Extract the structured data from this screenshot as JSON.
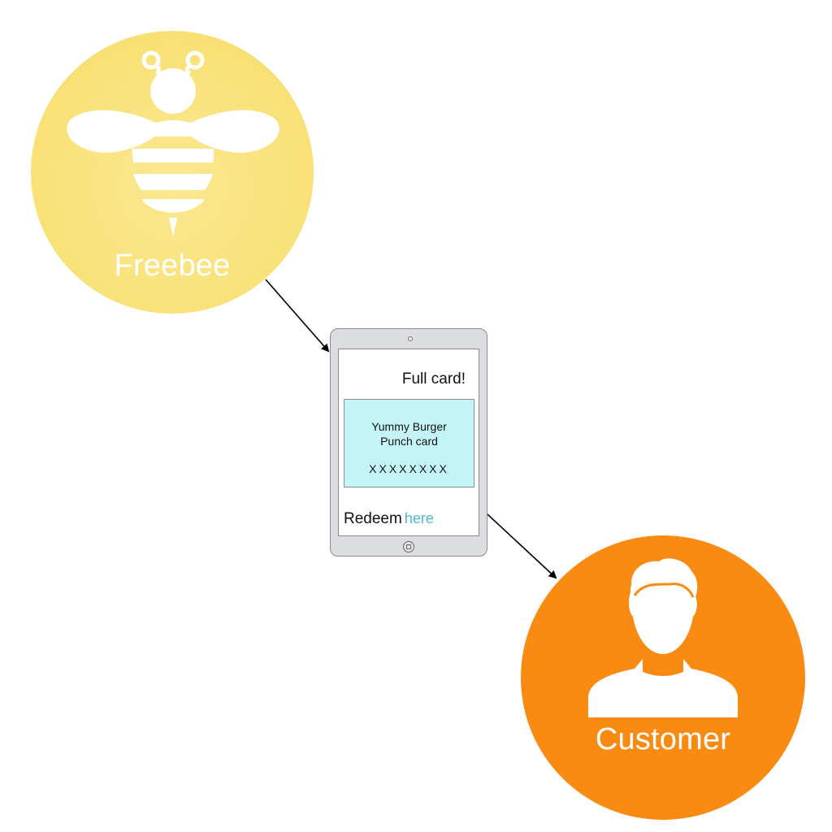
{
  "nodes": {
    "freebee": {
      "label": "Freebee",
      "color": "#f9e27a"
    },
    "customer": {
      "label": "Customer",
      "color": "#f98a12"
    }
  },
  "tablet": {
    "heading": "Full card!",
    "card": {
      "line1": "Yummy Burger",
      "line2": "Punch card",
      "punches": "XXXXXXXX",
      "color": "#c4f6f8"
    },
    "redeem_text": "Redeem",
    "redeem_link": "here",
    "link_color": "#4db8d8"
  },
  "icons": {
    "freebee": "bee-icon",
    "customer": "person-icon",
    "tablet": "tablet-device"
  },
  "edges": [
    {
      "from": "freebee",
      "to": "tablet"
    },
    {
      "from": "tablet",
      "to": "customer"
    }
  ]
}
